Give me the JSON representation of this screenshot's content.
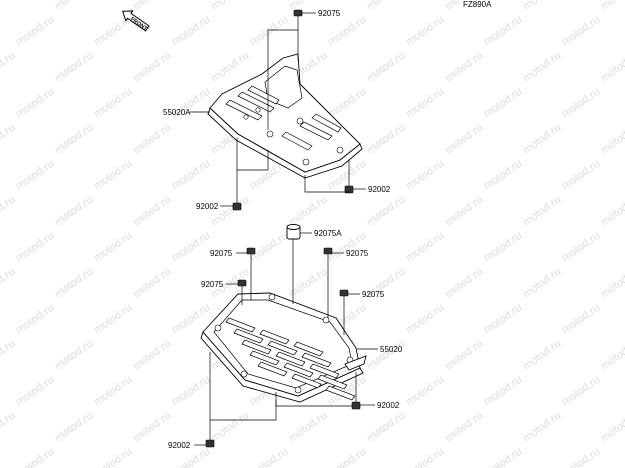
{
  "figure_code": "FZ890A",
  "front_label": "FRONT",
  "watermark": "motod.ru",
  "colors": {
    "line": "#000000",
    "watermark": "#dcdcdc",
    "background": "#ffffff"
  },
  "callouts": [
    {
      "id": "92075-top",
      "part": "92075"
    },
    {
      "id": "55020A",
      "part": "55020A"
    },
    {
      "id": "92002-upper-right",
      "part": "92002"
    },
    {
      "id": "92002-upper-left",
      "part": "92002"
    },
    {
      "id": "92075A",
      "part": "92075A"
    },
    {
      "id": "92075-mid-left",
      "part": "92075"
    },
    {
      "id": "92075-mid-right",
      "part": "92075"
    },
    {
      "id": "92075-lower-left",
      "part": "92075"
    },
    {
      "id": "92075-lower-right",
      "part": "92075"
    },
    {
      "id": "55020",
      "part": "55020"
    },
    {
      "id": "92002-lower-right",
      "part": "92002"
    },
    {
      "id": "92002-lower-left",
      "part": "92002"
    }
  ]
}
